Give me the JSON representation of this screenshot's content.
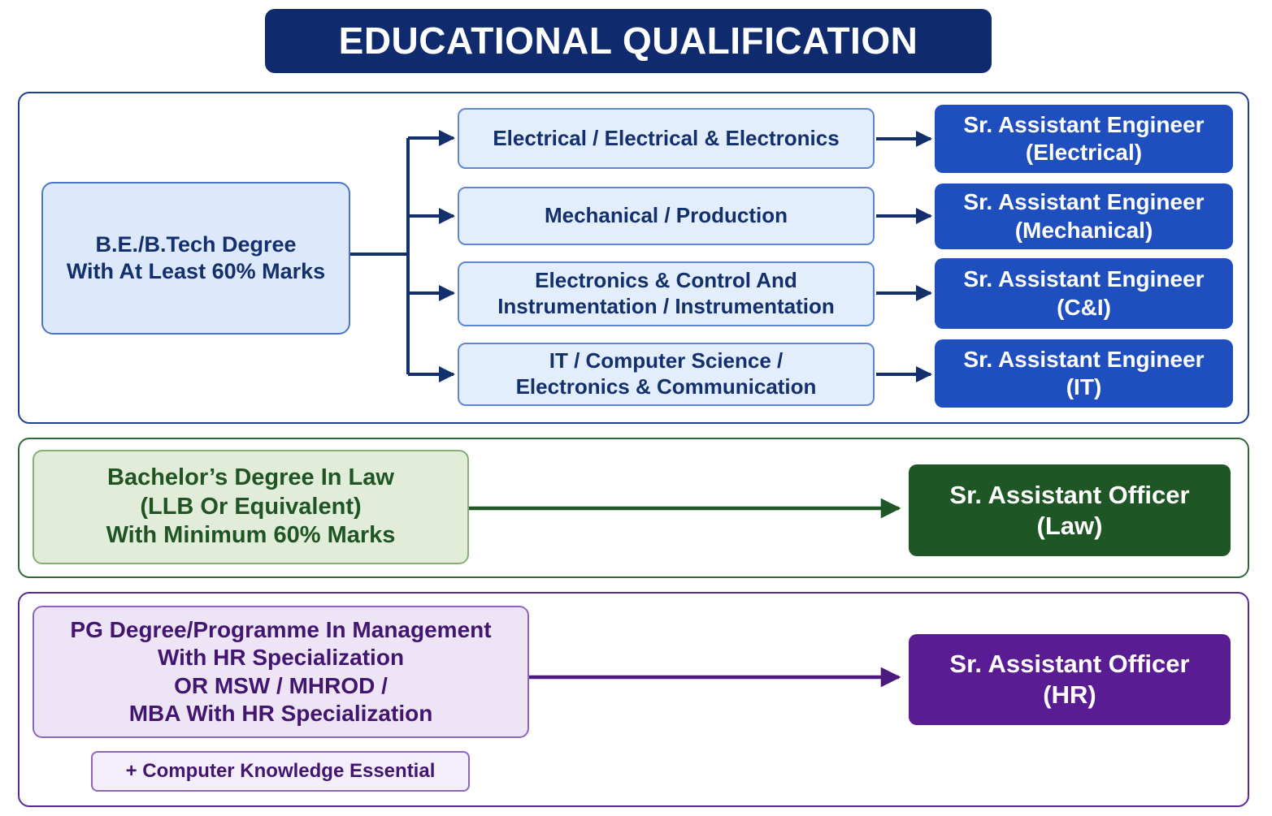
{
  "title": "EDUCATIONAL QUALIFICATION",
  "engineering": {
    "qualification": "B.E./B.Tech Degree\nWith At Least 60% Marks",
    "branches": [
      {
        "label": "Electrical / Electrical & Electronics",
        "post": "Sr. Assistant Engineer\n(Electrical)"
      },
      {
        "label": "Mechanical / Production",
        "post": "Sr. Assistant Engineer\n(Mechanical)"
      },
      {
        "label": "Electronics & Control And\nInstrumentation / Instrumentation",
        "post": "Sr. Assistant Engineer\n(C&I)"
      },
      {
        "label": "IT / Computer Science /\nElectronics & Communication",
        "post": "Sr. Assistant Engineer\n(IT)"
      }
    ]
  },
  "law": {
    "qualification": "Bachelor’s Degree In Law\n(LLB Or Equivalent)\nWith Minimum 60% Marks",
    "post": "Sr. Assistant Officer\n(Law)"
  },
  "hr": {
    "qualification": "PG Degree/Programme In Management\nWith HR Specialization\nOR MSW / MHROD /\nMBA With HR Specialization",
    "note": "+ Computer Knowledge Essential",
    "post": "Sr. Assistant Officer\n(HR)"
  },
  "colors": {
    "title_bg": "#102a6e",
    "engineering_accent": "#1f4fbf",
    "engineering_line": "#13306d",
    "law_accent": "#1f5626",
    "hr_accent": "#5a1c92"
  }
}
